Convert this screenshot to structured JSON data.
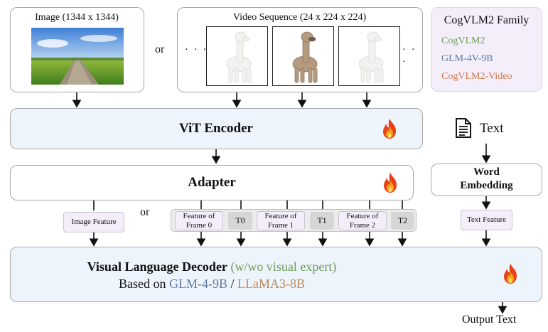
{
  "image_panel": {
    "title": "Image (1344 x 1344)"
  },
  "or_labels": {
    "top": "or",
    "middle": "or"
  },
  "video_panel": {
    "title": "Video Sequence (24 x 224 x 224)",
    "ellipsis_left": "· · ·",
    "ellipsis_right": "· · ·"
  },
  "family_panel": {
    "title": "CogVLM2 Family",
    "items": [
      {
        "label": "CogVLM2",
        "color": "#6b9d5a"
      },
      {
        "label": "GLM-4V-9B",
        "color": "#5f7aa4"
      },
      {
        "label": "CogVLM2-Video",
        "color": "#d07a4a"
      }
    ]
  },
  "vit_encoder": {
    "label": "ViT Encoder"
  },
  "adapter": {
    "label": "Adapter"
  },
  "text_input": {
    "label": "Text",
    "icon": "document-icon"
  },
  "word_embedding": {
    "line1": "Word",
    "line2": "Embedding"
  },
  "image_feature": {
    "label": "Image Feature"
  },
  "frame_features": [
    {
      "line1": "Feature of",
      "line2": "Frame 0",
      "token": "T0"
    },
    {
      "line1": "Feature of",
      "line2": "Frame 1",
      "token": "T1"
    },
    {
      "line1": "Feature of",
      "line2": "Frame 2",
      "token": "T2"
    }
  ],
  "text_feature": {
    "label": "Text Feature"
  },
  "decoder": {
    "title_main": "Visual Language Decoder",
    "title_paren": "(w/wo visual expert)",
    "based_on": "Based on",
    "model_a": "GLM-4-9B",
    "separator": "/",
    "model_b": "LLaMA3-8B"
  },
  "output": {
    "label": "Output Text"
  },
  "icons": {
    "trainable": "flame-icon"
  }
}
